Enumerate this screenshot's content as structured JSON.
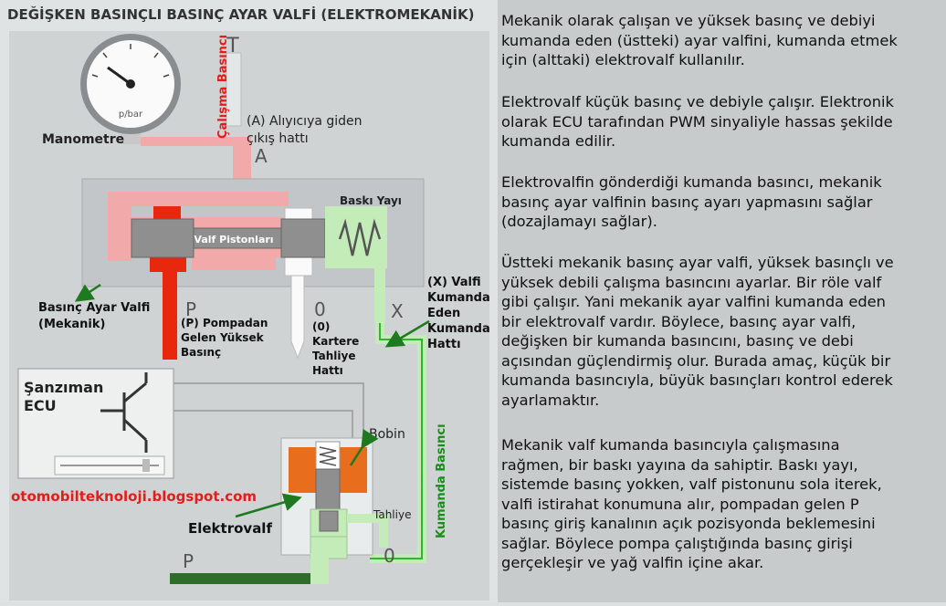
{
  "title": "DEĞİŞKEN BASINÇLI BASINÇ AYAR VALFİ (ELEKTROMEKANİK)",
  "diagram": {
    "gauge_unit": "p/bar",
    "port_T": "T",
    "port_A": "A",
    "port_P_valve": "P",
    "port_0_valve": "0",
    "port_X": "X",
    "port_P_bottom": "P",
    "port_0_bottom": "0",
    "labels": {
      "manometre": "Manometre",
      "calisma_basinci": "Çalışma Basıncı",
      "alici_line1": "(A) Alıyıcıya giden",
      "alici_line2": "çıkış hattı",
      "baski_yayi": "Baskı Yayı",
      "valf_pistonlari": "Valf Pistonları",
      "basinc_ayar_line1": "Basınç Ayar Valfi",
      "basinc_ayar_line2": "(Mekanik)",
      "pompa_line1": "(P) Pompadan",
      "pompa_line2": "Gelen Yüksek",
      "pompa_line3": "Basınç",
      "kartere_line1": "(0)",
      "kartere_line2": "Kartere",
      "kartere_line3": "Tahliye",
      "kartere_line4": "Hattı",
      "x_line1": "(X) Valfi",
      "x_line2": "Kumanda",
      "x_line3": "Eden",
      "x_line4": "Kumanda",
      "x_line5": "Hattı",
      "sanziman": "Şanzıman",
      "ecu": "ECU",
      "bobin": "Bobin",
      "tahliye": "Tahliye",
      "kumanda_basinci": "Kumanda Basıncı",
      "website": "otomobilteknoloji.blogspot.com",
      "elektrovalf": "Elektrovalf"
    }
  },
  "paragraphs": [
    "Mekanik olarak çalışan ve yüksek basınç ve debiyi\nkumanda eden (üstteki) ayar valfini, kumanda etmek\niçin (alttaki) elektrovalf kullanılır.",
    "Elektrovalf küçük basınç ve debiyle çalışır. Elektronik\nolarak ECU tarafından PWM sinyaliyle hassas şekilde\nkumanda edilir.",
    "Elektrovalfin gönderdiği kumanda basıncı, mekanik\nbasınç ayar valfinin basınç ayarı yapmasını sağlar\n(dozajlamayı sağlar).",
    "Üstteki mekanik basınç ayar valfi, yüksek basınçlı ve\nyüksek debili çalışma basıncını ayarlar. Bir röle valf\ngibi çalışır. Yani mekanik ayar valfini kumanda eden\nbir elektrovalf vardır. Böylece, basınç ayar valfi,\ndeğişken bir kumanda basıncını, basınç ve debi\naçısından güçlendirmiş olur. Burada amaç, küçük bir\nkumanda basıncıyla, büyük basınçları kontrol ederek\nayarlamaktır.",
    "Mekanik valf kumanda basıncıyla çalışmasına\nrağmen, bir baskı yayına da sahiptir. Baskı yayı,\nsistemde basınç yokken, valf pistonunu sola iterek,\nvalfi istirahat konumuna alır, pompadan gelen P\nbasınç giriş kanalının açık pozisyonda beklemesini\nsağlar. Böylece pompa çalıştığında basınç girişi\ngerçekleşir ve yağ valfin içine akar."
  ],
  "colors": {
    "pink": "#f2a9a9",
    "red": "#e8280c",
    "light_green": "#c3ecb8",
    "green_line": "#2fb52f",
    "orange": "#e86d1c",
    "red_text": "#e81b1b",
    "green_text": "#1a8c1a"
  },
  "icons": [
    "pressure-gauge-icon",
    "transistor-icon",
    "slider-icon",
    "spring-icon",
    "arrow-icon"
  ]
}
